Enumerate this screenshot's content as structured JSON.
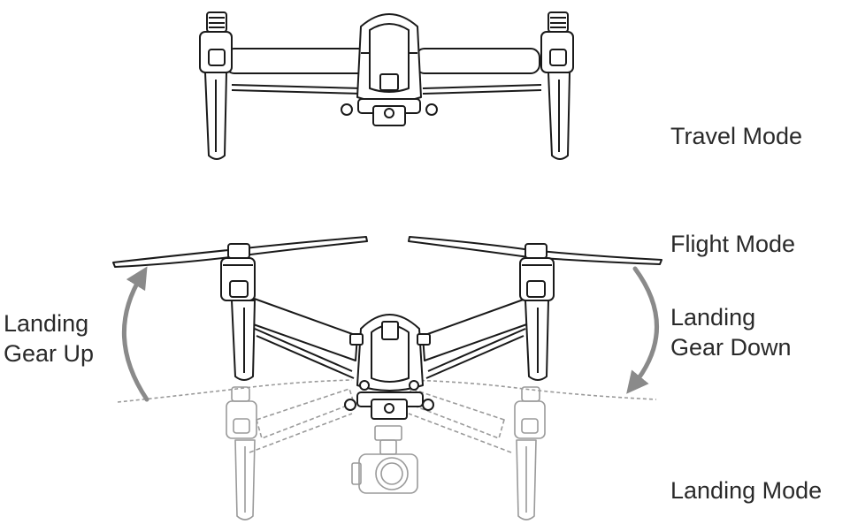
{
  "labels": {
    "travel_mode": "Travel Mode",
    "flight_mode": "Flight Mode",
    "landing_gear_down": [
      "Landing",
      "Gear Down"
    ],
    "landing_gear_up": [
      "Landing",
      "Gear Up"
    ],
    "landing_mode": "Landing Mode"
  },
  "colors": {
    "line": "#1a1a1a",
    "ghost": "#9a9a9a",
    "arrow": "#8a8a8a",
    "text": "#2a2a2a",
    "background": "#ffffff"
  }
}
